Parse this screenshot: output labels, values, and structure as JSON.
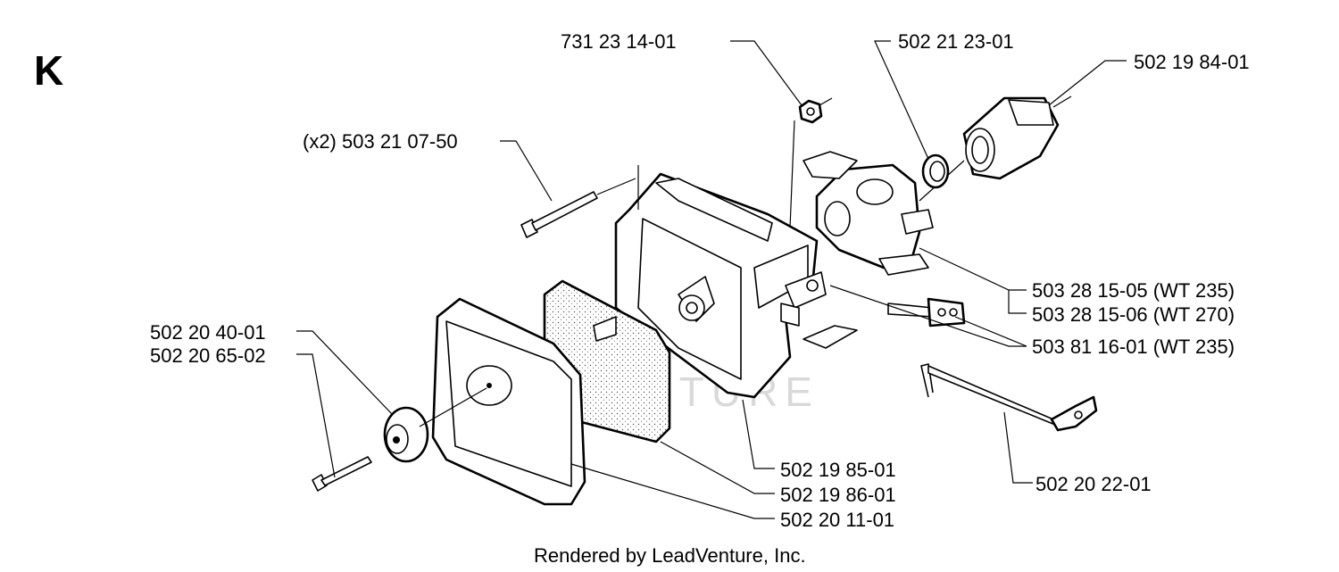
{
  "diagram": {
    "section_letter": "K",
    "watermark": "LEADVENTURE",
    "footer": "Rendered by LeadVenture, Inc.",
    "labels": {
      "nut": "731 23 14-01",
      "bolt_x2": "(x2) 503 21 07-50",
      "gasket": "502 21 23-01",
      "intake_elbow": "502 19 84-01",
      "carb_235": "503 28 15-05 (WT 235)",
      "carb_270": "503 28 15-06 (WT 270)",
      "adjuster": "503 81 16-01 (WT 235)",
      "knob_a": "502 20 40-01",
      "knob_b": "502 20 65-02",
      "housing": "502 19 85-01",
      "filter": "502 19 86-01",
      "cover": "502 20 11-01",
      "choke_rod": "502 20 22-01"
    }
  }
}
